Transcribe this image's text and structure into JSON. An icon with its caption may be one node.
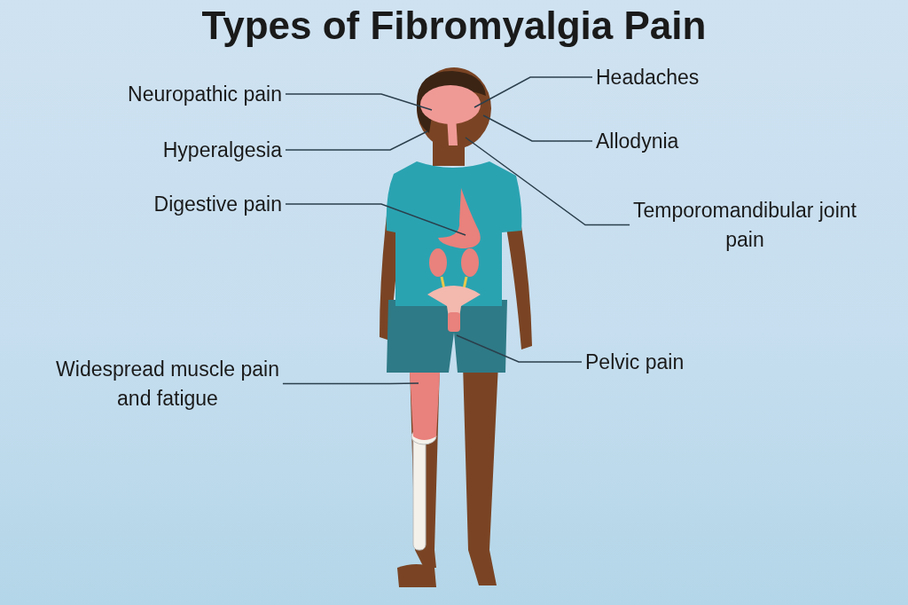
{
  "diagram": {
    "title": "Types of Fibromyalgia Pain",
    "nodes": [
      {
        "text": [
          "Neuropathic pain"
        ]
      },
      {
        "text": [
          "Headaches"
        ]
      },
      {
        "text": [
          "Hyperalgesia"
        ]
      },
      {
        "text": [
          "Allodynia"
        ]
      },
      {
        "text": [
          "Digestive pain"
        ]
      },
      {
        "text": [
          "Temporomandibular joint pain"
        ]
      },
      {
        "text": [
          "Pelvic pain"
        ]
      },
      {
        "text": [
          "Widespread muscle pain and fatigue"
        ]
      }
    ],
    "edges": [
      {
        "from": 0,
        "to": null,
        "arrow": "none"
      },
      {
        "from": 1,
        "to": null,
        "arrow": "none"
      },
      {
        "from": 2,
        "to": null,
        "arrow": "none"
      },
      {
        "from": 3,
        "to": null,
        "arrow": "none"
      },
      {
        "from": 4,
        "to": null,
        "arrow": "none"
      },
      {
        "from": 5,
        "to": null,
        "arrow": "none"
      },
      {
        "from": 6,
        "to": null,
        "arrow": "none"
      },
      {
        "from": 7,
        "to": null,
        "arrow": "none"
      }
    ]
  }
}
